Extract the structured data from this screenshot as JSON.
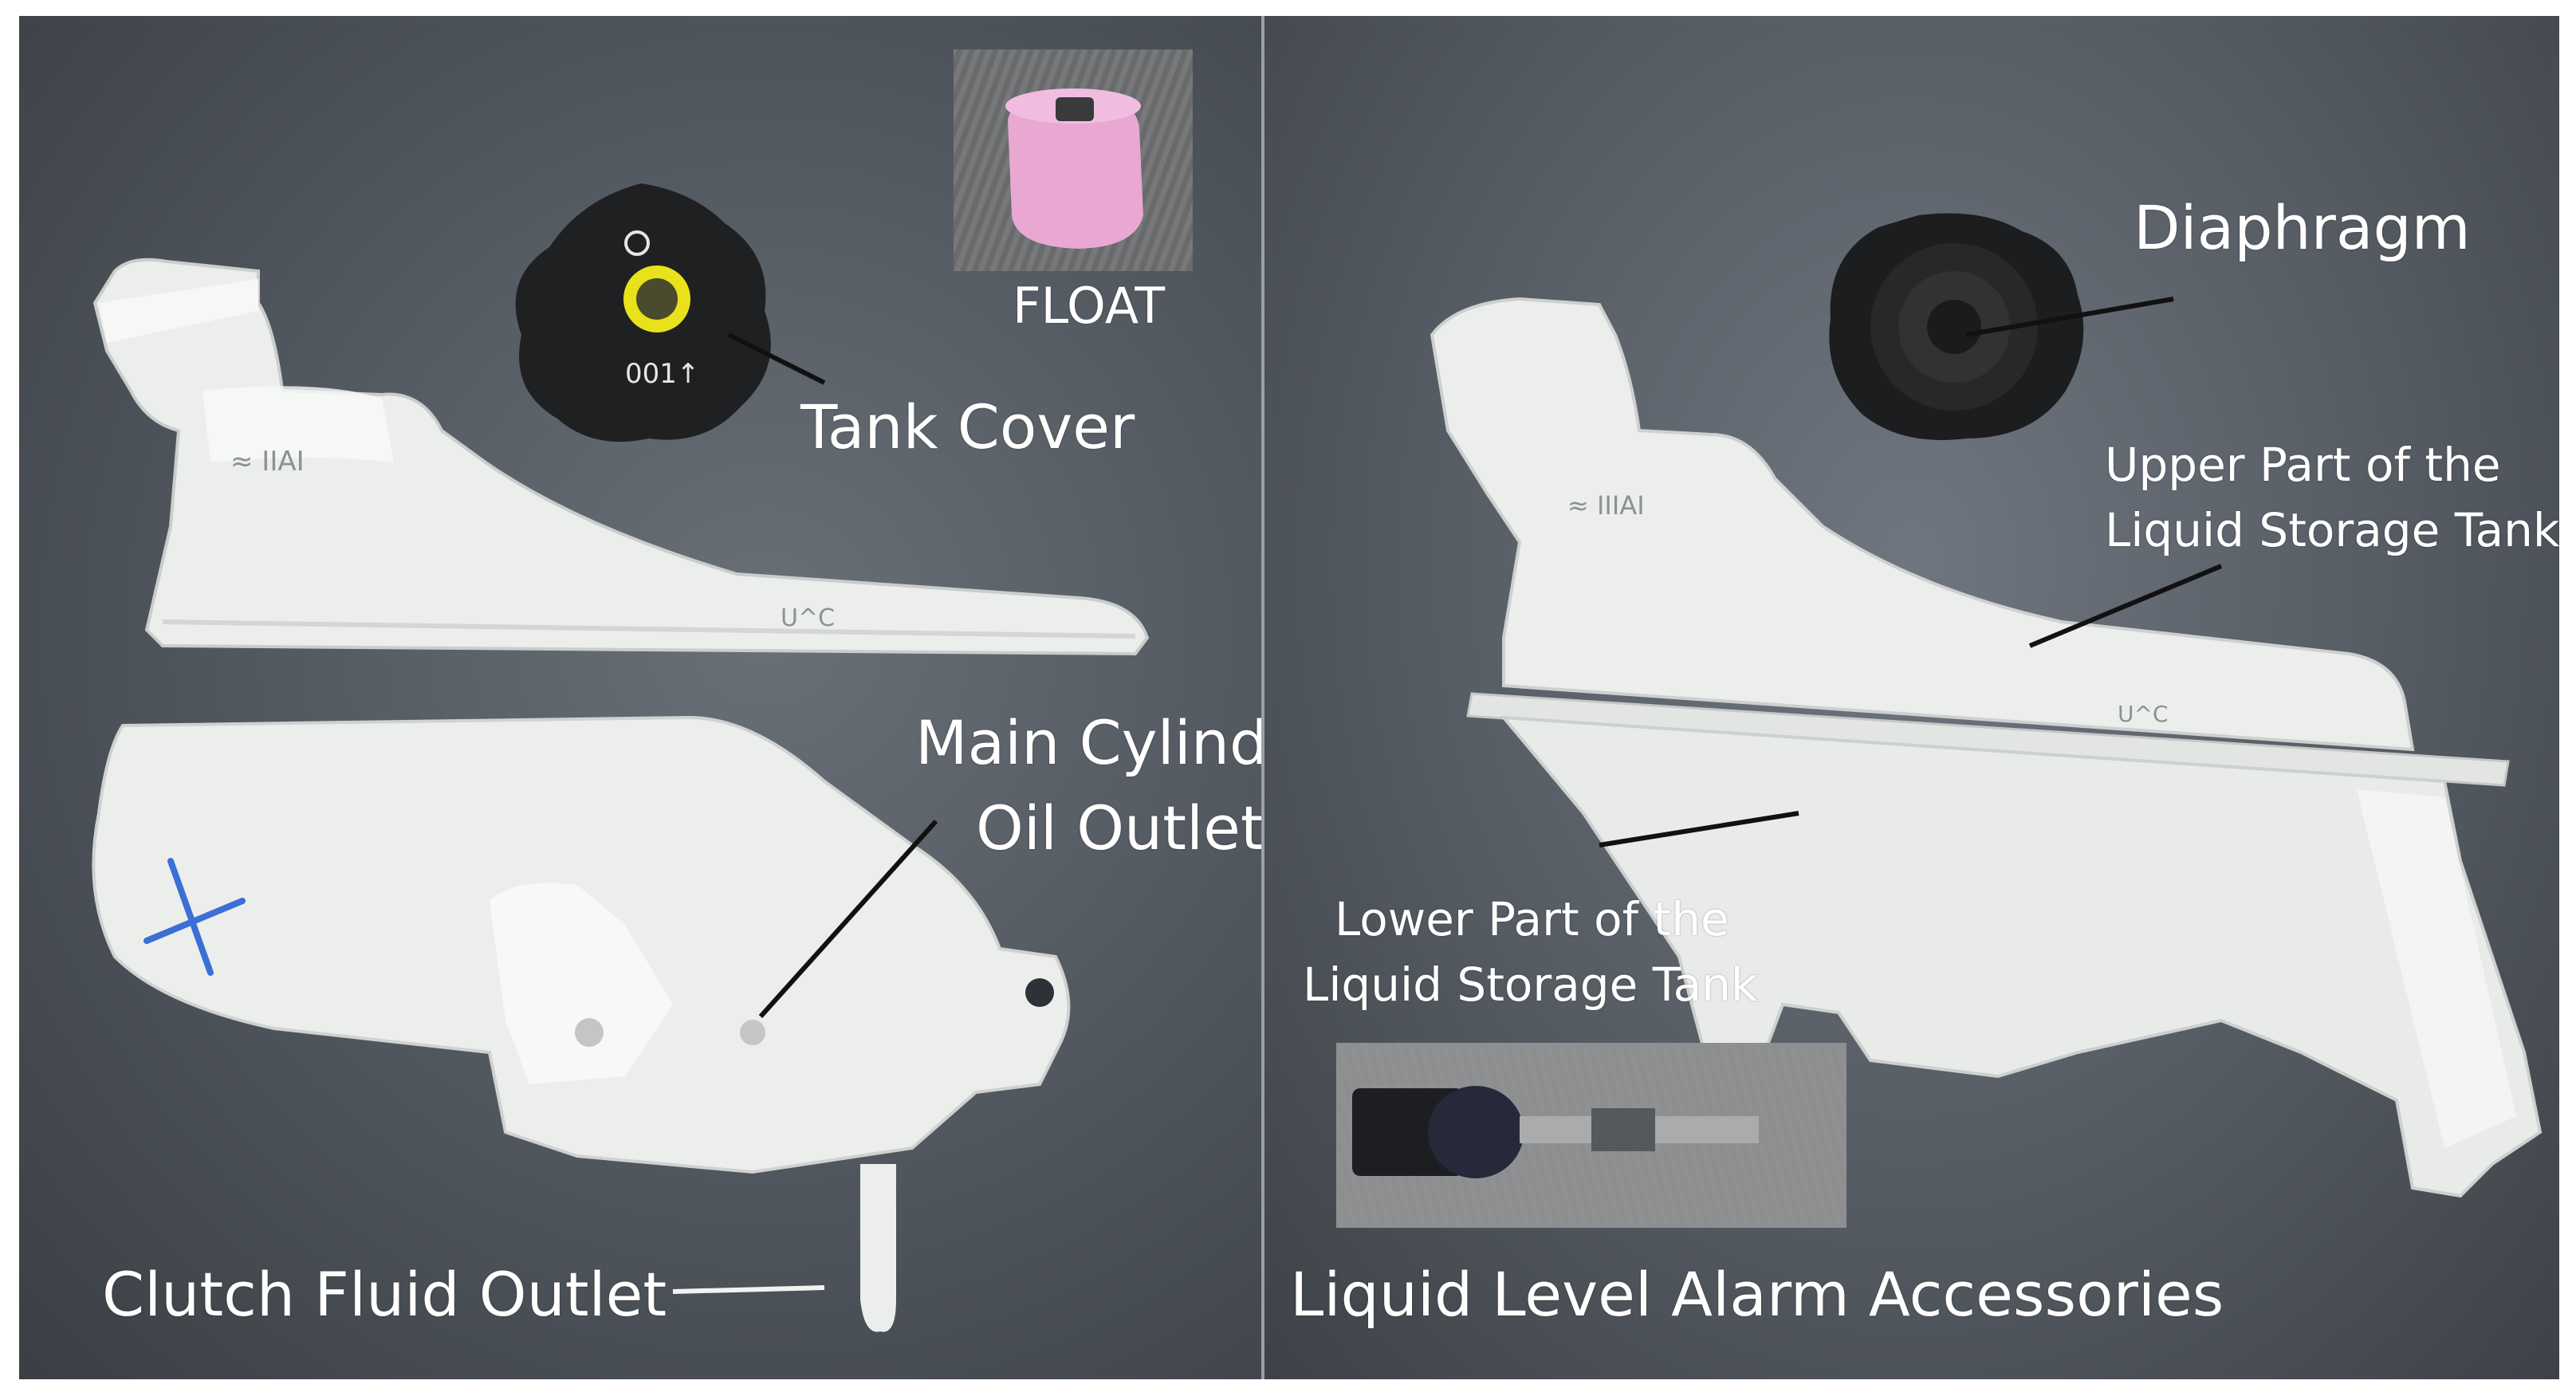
{
  "labels": {
    "float": "FLOAT",
    "tank_cover": "Tank Cover",
    "main_cylinder_line1": "Main Cylinder",
    "main_cylinder_line2": "Oil Outlet",
    "clutch_fluid_outlet": "Clutch Fluid Outlet",
    "diaphragm": "Diaphragm",
    "upper_part_line1": "Upper Part of the",
    "upper_part_line2": "Liquid Storage Tank",
    "lower_part_line1": "Lower Part of the",
    "lower_part_line2": "Liquid Storage Tank",
    "alarm_accessories": "Liquid Level Alarm Accessories"
  },
  "colors": {
    "background_dark": "#4f555c",
    "plastic_white": "#eef0ee",
    "cap_black": "#1c1d1f",
    "float_pink": "#e8a8d2",
    "cap_yellow": "#e9e21a",
    "marker_blue": "#3b6fd6",
    "label_text": "#ffffff"
  }
}
